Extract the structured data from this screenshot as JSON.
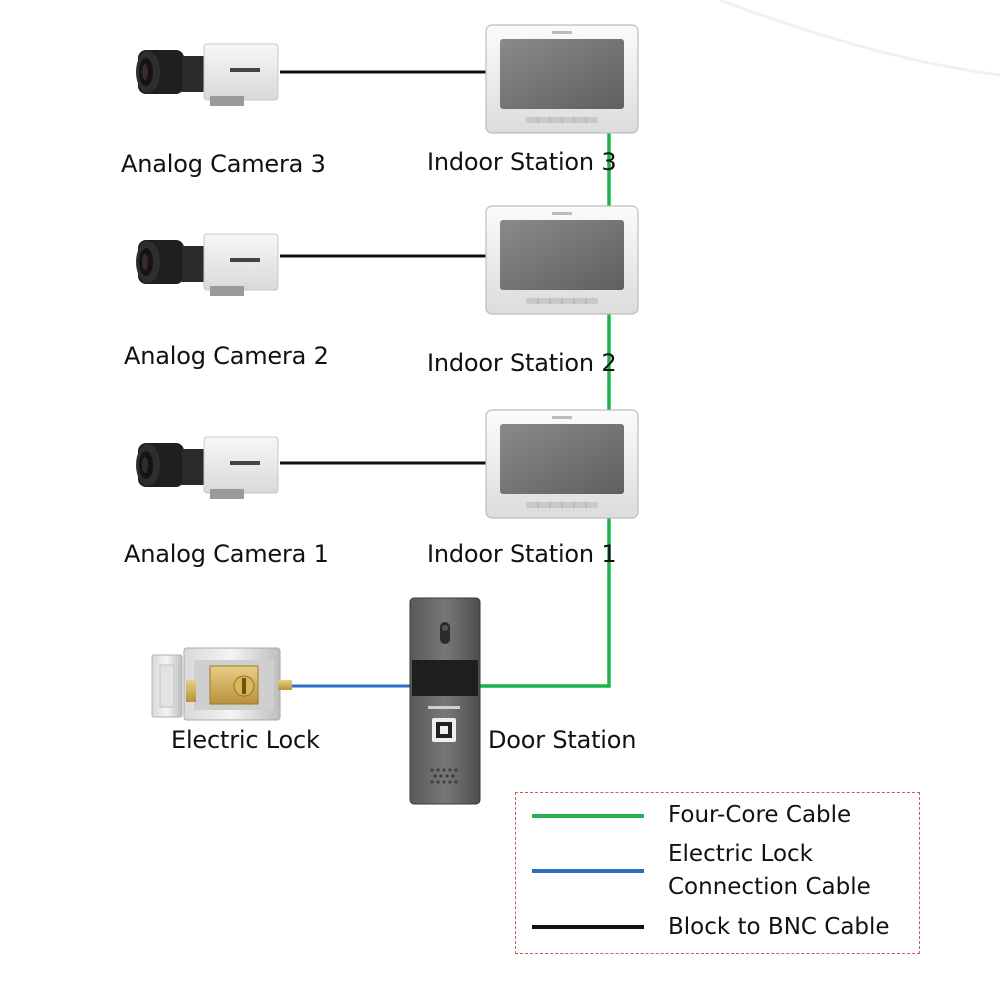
{
  "colors": {
    "four_core": "#1db34a",
    "electric_lock": "#2b6cc4",
    "bnc": "#111111",
    "legend_border": "#d9534f"
  },
  "devices": {
    "cameras": [
      {
        "label": "Analog Camera 3",
        "icon": "analog-camera-icon"
      },
      {
        "label": "Analog Camera 2",
        "icon": "analog-camera-icon"
      },
      {
        "label": "Analog Camera 1",
        "icon": "analog-camera-icon"
      }
    ],
    "indoor_stations": [
      {
        "label": "Indoor Station 3",
        "icon": "indoor-monitor-icon"
      },
      {
        "label": "Indoor Station 2",
        "icon": "indoor-monitor-icon"
      },
      {
        "label": "Indoor Station 1",
        "icon": "indoor-monitor-icon"
      }
    ],
    "door_station": {
      "label": "Door Station",
      "icon": "door-station-icon"
    },
    "electric_lock": {
      "label": "Electric Lock",
      "icon": "electric-lock-icon"
    }
  },
  "legend": {
    "four_core": "Four-Core Cable",
    "electric_lock_line1": "Electric Lock",
    "electric_lock_line2": "Connection Cable",
    "bnc": "Block to BNC Cable"
  }
}
